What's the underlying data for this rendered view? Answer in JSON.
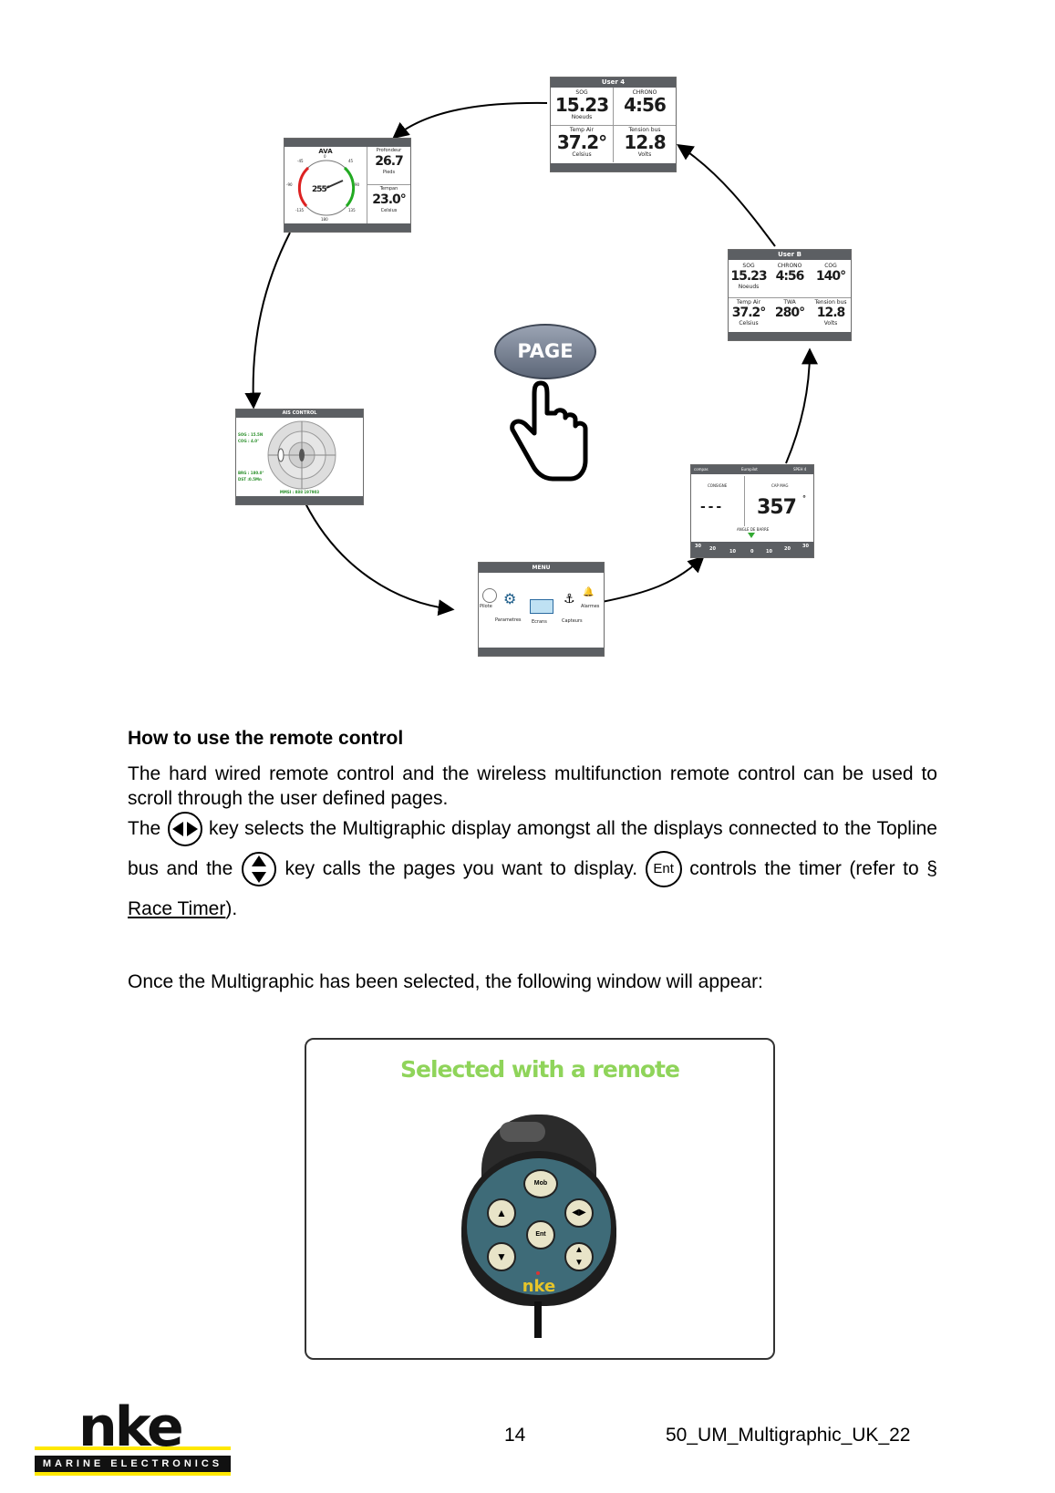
{
  "diagram": {
    "page_button": "PAGE",
    "screens": {
      "user4": {
        "title": "User 4",
        "cells": [
          {
            "label": "SOG",
            "value": "15.23",
            "unit": "Noeuds"
          },
          {
            "label": "CHRONO",
            "value": "4:56",
            "unit": ""
          },
          {
            "label": "Temp Air",
            "value": "37.2°",
            "unit": "Celsius"
          },
          {
            "label": "Tension bus",
            "value": "12.8",
            "unit": "Volts"
          }
        ]
      },
      "userB": {
        "title": "User B",
        "cells": [
          {
            "label": "SOG",
            "value": "15.23",
            "unit": "Noeuds"
          },
          {
            "label": "CHRONO",
            "value": "4:56",
            "unit": ""
          },
          {
            "label": "COG",
            "value": "140°",
            "unit": ""
          },
          {
            "label": "Temp Air",
            "value": "37.2°",
            "unit": "Celsius"
          },
          {
            "label": "TWA",
            "value": "280°",
            "unit": ""
          },
          {
            "label": "Tension bus",
            "value": "12.8",
            "unit": "Volts"
          }
        ]
      },
      "ava": {
        "title": "AVA",
        "gauge_value": "255°",
        "ticks": [
          "0",
          "45",
          "-45",
          "90",
          "-90",
          "135",
          "-135",
          "180"
        ],
        "cells": [
          {
            "label": "Profondeur",
            "value": "26.7",
            "unit": "Pieds"
          },
          {
            "label": "Tempan",
            "value": "23.0°",
            "unit": "Celsius"
          }
        ]
      },
      "ais": {
        "title": "AIS CONTROL",
        "lines": [
          "SOG : 15.5N",
          "COG : 4.0°",
          "BRG : 180.0°",
          "DST :0.5Mn"
        ],
        "bottom": "MMSI : 888 197903"
      },
      "menu": {
        "title": "MENU",
        "items": [
          "Pilote",
          "Parametres",
          "Ecrans",
          "Capteurs",
          "Alarmes"
        ]
      },
      "autopilot": {
        "header_left": "compas",
        "header_mid": "Europilot",
        "header_right": "SPEH 4",
        "consigne_label": "CONSIGNE",
        "cap_label": "CAP MAG",
        "consigne_value": "- - -",
        "cap_value": "357",
        "cap_unit": "°",
        "angle_label": "ANGLE DE BARRE",
        "scale": [
          "30",
          "20",
          "10",
          "0",
          "10",
          "20",
          "30"
        ]
      }
    }
  },
  "section": {
    "heading": "How to use the remote control",
    "para1": "The hard wired remote control and the wireless multifunction remote control can be used to scroll through the user defined pages.",
    "para2_a": "The",
    "para2_b": "key selects the Multigraphic display amongst all the displays connected to the Topline bus and the",
    "para2_c": "key calls the pages you want to display.",
    "ent_key": "Ent",
    "para2_d": "controls the timer (refer to §",
    "para2_link": "Race Timer",
    "para2_e": ").",
    "para3": "Once the Multigraphic has been selected, the following window will appear:"
  },
  "window": {
    "title": "Selected with a remote",
    "remote_buttons": {
      "mob": "Mob",
      "ent": "Ent"
    },
    "brand": "nke"
  },
  "footer": {
    "page_number": "14",
    "doc_id": "50_UM_Multigraphic_UK_22",
    "logo_word": "nke",
    "logo_sub": "MARINE ELECTRONICS"
  }
}
